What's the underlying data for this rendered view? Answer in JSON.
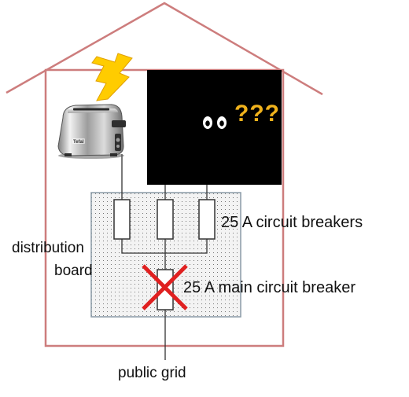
{
  "colors": {
    "house_outline": "#cd7d7d",
    "dark_room": "#000000",
    "board_fill": "#f1f1f1",
    "board_border": "#8a9aa6",
    "wire": "#333333",
    "breaker_fill": "#ffffff",
    "cross": "#e02020",
    "lightning": "#ffcc00",
    "question_marks": "#f0b21c",
    "eyes": "#ffffff"
  },
  "labels": {
    "circuit_breakers": "25 A circuit breakers",
    "main_breaker": "25 A main circuit breaker",
    "distribution_board_line1": "distribution",
    "distribution_board_line2": "board",
    "public_grid": "public grid",
    "question_marks": "???",
    "toaster_brand": "Tefal"
  },
  "icons": {
    "lightning": "lightning-bolt-icon",
    "toaster": "toaster-icon",
    "eyes": "eyes-icon",
    "cross": "cross-icon"
  }
}
